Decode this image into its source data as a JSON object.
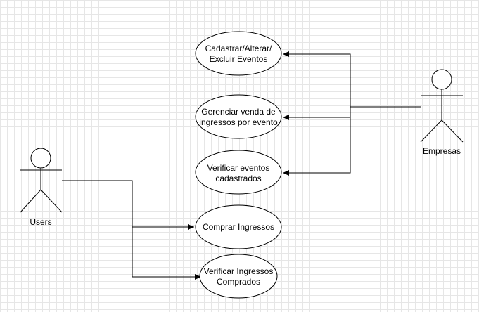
{
  "diagram": {
    "actors": [
      {
        "id": "users",
        "label": "Users"
      },
      {
        "id": "empresas",
        "label": "Empresas"
      }
    ],
    "use_cases": [
      {
        "id": "uc1",
        "lines": [
          "Cadastrar/Alterar/",
          "Excluir Eventos"
        ]
      },
      {
        "id": "uc2",
        "lines": [
          "Gerenciar venda de",
          "ingressos por evento"
        ]
      },
      {
        "id": "uc3",
        "lines": [
          "Verificar eventos",
          "cadastrados"
        ]
      },
      {
        "id": "uc4",
        "lines": [
          "Comprar Ingressos"
        ]
      },
      {
        "id": "uc5",
        "lines": [
          "Verificar Ingressos",
          "Comprados"
        ]
      }
    ],
    "associations": [
      {
        "from": "empresas",
        "to": "uc1"
      },
      {
        "from": "empresas",
        "to": "uc2"
      },
      {
        "from": "empresas",
        "to": "uc3"
      },
      {
        "from": "users",
        "to": "uc4"
      },
      {
        "from": "users",
        "to": "uc5"
      }
    ]
  }
}
